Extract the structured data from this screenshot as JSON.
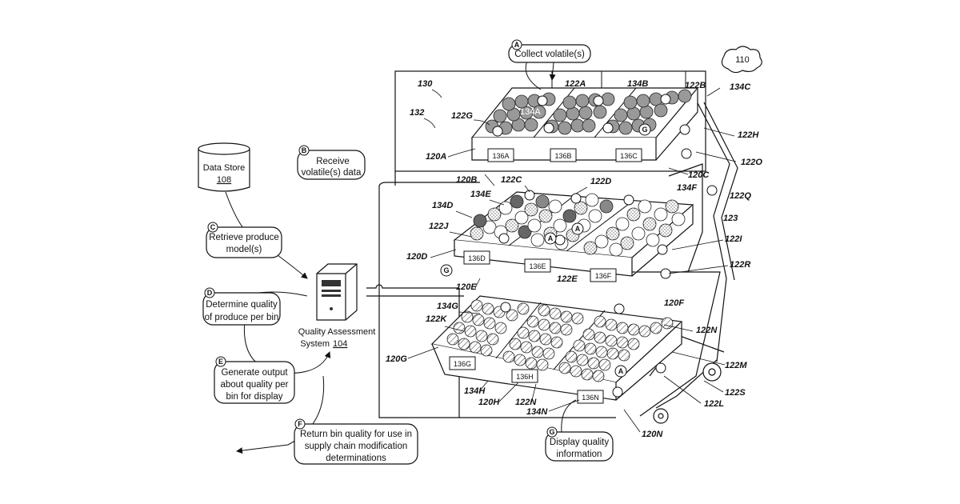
{
  "system": {
    "ref": "110",
    "data_store": {
      "line1": "Data Store",
      "ref": "108"
    },
    "qas": {
      "line1": "Quality Assessment",
      "line2": "System",
      "ref": "104"
    }
  },
  "steps": {
    "A": {
      "letter": "A",
      "lines": [
        "Collect volatile(s)"
      ]
    },
    "B": {
      "letter": "B",
      "lines": [
        "Receive",
        "volatile(s) data"
      ]
    },
    "C": {
      "letter": "C",
      "lines": [
        "Retrieve produce",
        "model(s)"
      ]
    },
    "D": {
      "letter": "D",
      "lines": [
        "Determine quality",
        "of produce per bin"
      ]
    },
    "E": {
      "letter": "E",
      "lines": [
        "Generate output",
        "about quality per",
        "bin for display"
      ]
    },
    "F": {
      "letter": "F",
      "lines": [
        "Return bin quality for use in",
        "supply chain modification",
        "determinations"
      ]
    },
    "G": {
      "letter": "G",
      "lines": [
        "Display quality",
        "information"
      ]
    }
  },
  "labels": [
    "136A",
    "136B",
    "136C",
    "136D",
    "136E",
    "136F",
    "136G",
    "136H",
    "136N"
  ],
  "refs": {
    "r130": "130",
    "r132": "132",
    "r122A": "122A",
    "r134B": "134B",
    "r122B": "122B",
    "r134C": "134C",
    "r134A": "134A",
    "r122G": "122G",
    "r120A": "120A",
    "r122H": "122H",
    "r122O": "122O",
    "r120C": "120C",
    "r120B": "120B",
    "r122C": "122C",
    "r122D": "122D",
    "r134E": "134E",
    "r134F": "134F",
    "r122Q": "122Q",
    "r134D": "134D",
    "r123": "123",
    "r122J": "122J",
    "r122I": "122I",
    "r120D": "120D",
    "r122R": "122R",
    "r120E": "120E",
    "r122E": "122E",
    "r134G": "134G",
    "r120F": "120F",
    "r122K": "122K",
    "r122N1": "122N",
    "r120G": "120G",
    "r122M": "122M",
    "r134H": "134H",
    "r122S": "122S",
    "r120H": "120H",
    "r122N2": "122N",
    "r122L": "122L",
    "r134N": "134N",
    "r120N": "120N"
  },
  "badges": [
    "A",
    "G",
    "A",
    "G",
    "A"
  ]
}
